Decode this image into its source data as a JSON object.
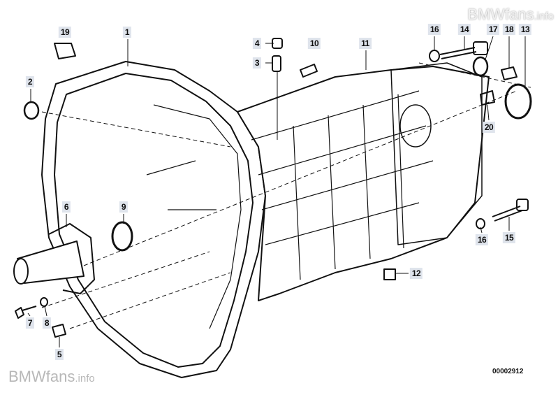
{
  "watermark": {
    "brand": "BMWfans",
    "suffix": ".info"
  },
  "diagram_number": "00002912",
  "part_labels": [
    "19",
    "1",
    "2",
    "4",
    "3",
    "10",
    "11",
    "16",
    "14",
    "17",
    "18",
    "13",
    "20",
    "6",
    "9",
    "16",
    "15",
    "12",
    "7",
    "8",
    "5"
  ]
}
